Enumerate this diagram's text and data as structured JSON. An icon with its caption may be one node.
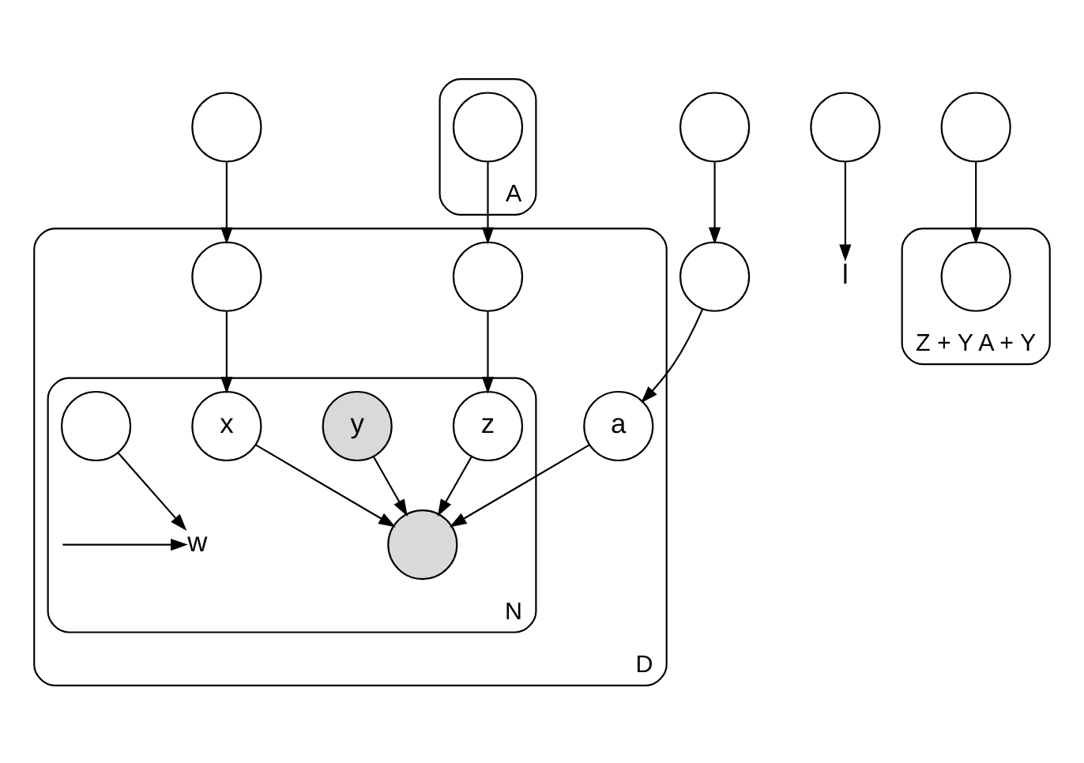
{
  "diagram": {
    "nodes": [
      {
        "text": [],
        "shape": "circle"
      },
      {
        "text": [],
        "shape": "circle"
      },
      {
        "text": [],
        "shape": "circle"
      },
      {
        "text": [
          "A"
        ]
      },
      {
        "text": [],
        "shape": "circle",
        "in": 3
      },
      {
        "text": [
          "D"
        ]
      },
      {
        "text": [],
        "shape": "circle",
        "in": 5
      },
      {
        "text": [
          "a"
        ],
        "in": 5
      },
      {
        "text": [],
        "shape": "circle",
        "in": 5
      },
      {
        "text": [
          "N"
        ],
        "in": 5
      },
      {
        "text": [
          "x"
        ],
        "in": 9
      },
      {
        "text": [
          "y"
        ],
        "in": 9
      },
      {
        "text": [
          "z"
        ],
        "in": 9
      },
      {
        "text": [],
        "shape": "circle"
      },
      {
        "text": [
          "l"
        ]
      },
      {
        "text": [],
        "shape": "circle",
        "in": 9
      },
      {
        "text": [
          "w"
        ],
        "in": 9
      },
      {
        "text": [],
        "shape": "circle",
        "in": 9
      },
      {
        "text": [],
        "shape": "circle"
      },
      {
        "text": [
          "Z + Y A + Y"
        ]
      },
      {
        "text": [],
        "shape": "circle",
        "in": 19
      }
    ],
    "edges": [
      {
        "from": 0,
        "to": 6,
        "arrow": "to"
      },
      {
        "from": 1,
        "to": 2,
        "arrow": "to"
      },
      {
        "from": 2,
        "to": 7,
        "arrow": "to"
      },
      {
        "from": 4,
        "to": 8,
        "arrow": "to"
      },
      {
        "from": 6,
        "to": 10,
        "arrow": "to"
      },
      {
        "from": 8,
        "to": 12,
        "arrow": "to"
      },
      {
        "from": 7,
        "to": 17,
        "arrow": "to"
      },
      {
        "from": 10,
        "to": 17,
        "arrow": "to"
      },
      {
        "from": 11,
        "to": 17,
        "arrow": "to"
      },
      {
        "from": 12,
        "to": 17,
        "arrow": "to"
      },
      {
        "from": 13,
        "to": 14,
        "arrow": "to"
      },
      {
        "from": 15,
        "to": 16,
        "arrow": "to"
      },
      {
        "from": null,
        "to": 16,
        "arrow": "to"
      },
      {
        "from": 18,
        "to": 20,
        "arrow": "to"
      }
    ]
  }
}
